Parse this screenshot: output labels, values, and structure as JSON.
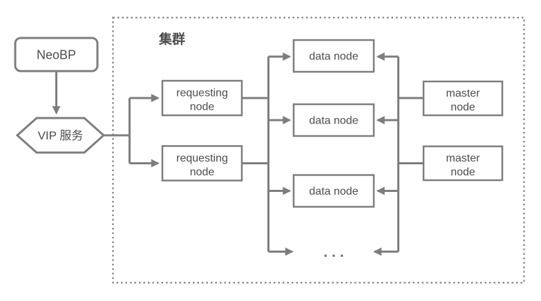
{
  "diagram": {
    "external": {
      "neobp_label": "NeoBP",
      "vip_label": "VIP 服务"
    },
    "cluster": {
      "title": "集群",
      "requesting_nodes": [
        {
          "line1": "requesting",
          "line2": "node"
        },
        {
          "line1": "requesting",
          "line2": "node"
        }
      ],
      "data_nodes": [
        {
          "label": "data node"
        },
        {
          "label": "data node"
        },
        {
          "label": "data node"
        }
      ],
      "master_nodes": [
        {
          "line1": "master",
          "line2": "node"
        },
        {
          "line1": "master",
          "line2": "node"
        }
      ],
      "more_indicator": "..."
    },
    "colors": {
      "line": "#7d7d7d",
      "text": "#4c4c4c",
      "background": "#ffffff",
      "box_fill": "#ffffff"
    }
  }
}
